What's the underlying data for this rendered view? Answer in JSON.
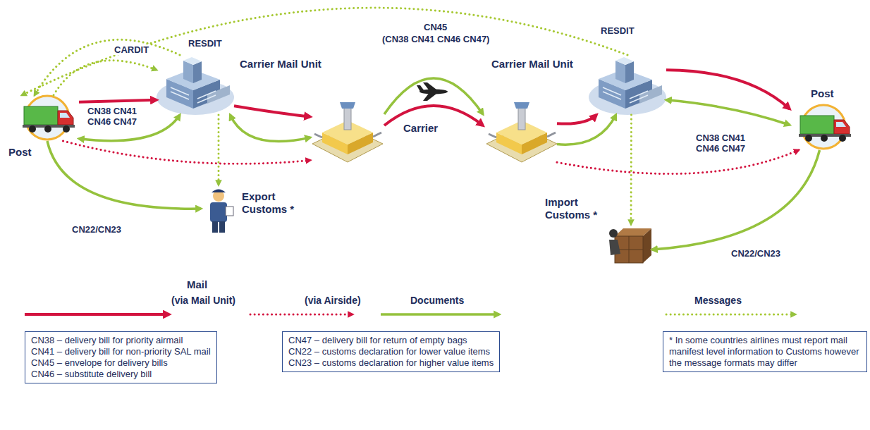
{
  "diagram": {
    "nodes": [
      {
        "text": [
          "Post"
        ]
      },
      {
        "text": [
          "Carrier Mail Unit"
        ]
      },
      {
        "text": [
          "Carrier"
        ]
      },
      {
        "text": [
          "Export Customs *"
        ]
      },
      {
        "text": [
          "Carrier Mail Unit"
        ]
      },
      {
        "text": [
          "Post"
        ]
      },
      {
        "text": [
          "Import Customs *"
        ]
      },
      {
        "text": [
          "CN38 – delivery bill for priority airmail",
          "CN41 – delivery bill for non-priority SAL mail",
          "CN45 – envelope for delivery bills",
          "CN46 – substitute delivery bill"
        ]
      },
      {
        "text": [
          "CN47 – delivery bill for return of empty bags",
          "CN22 – customs declaration for lower value items",
          "CN23 – customs declaration for higher value items"
        ]
      },
      {
        "text": [
          "* In some countries airlines must report mail manifest level information to Customs however the message formats may differ"
        ]
      }
    ],
    "edges": [
      {
        "from": 0,
        "to": 1,
        "arrow": "to"
      },
      {
        "from": 1,
        "to": 2,
        "arrow": "to"
      },
      {
        "from": 2,
        "to": 4,
        "arrow": "to"
      },
      {
        "from": 4,
        "to": 5,
        "arrow": "to"
      },
      {
        "from": 0,
        "to": 2,
        "arrow": "to"
      },
      {
        "from": 2,
        "to": 5,
        "arrow": "to"
      },
      {
        "from": 0,
        "to": 1,
        "label": "CN38 CN41 CN46 CN47",
        "arrow": "both"
      },
      {
        "from": 1,
        "to": 2,
        "arrow": "both"
      },
      {
        "from": 0,
        "to": 3,
        "label": "CN22/CN23",
        "arrow": "to"
      },
      {
        "from": 2,
        "to": 4,
        "arrow": "to"
      },
      {
        "from": 4,
        "to": 5,
        "label": "CN38 CN41 CN46 CN47",
        "arrow": "both"
      },
      {
        "from": 5,
        "to": 6,
        "label": "CN22/CN23",
        "arrow": "to"
      },
      {
        "from": 0,
        "to": 1,
        "label": "CARDIT",
        "arrow": "to"
      },
      {
        "from": 1,
        "to": 0,
        "label": "RESDIT",
        "arrow": "to"
      },
      {
        "from": 4,
        "to": 0,
        "label": "RESDIT",
        "arrow": "to"
      },
      {
        "from": 1,
        "to": 3,
        "arrow": "to"
      },
      {
        "from": 4,
        "to": 6,
        "arrow": "to"
      }
    ],
    "labels": [
      "CN45",
      "(CN38 CN41 CN46 CN47)",
      "Mail"
    ],
    "legend": [
      {
        "text": "(via Mail Unit)"
      },
      {
        "text": "(via Airside)"
      },
      {
        "text": "Documents"
      },
      {
        "text": "Messages"
      }
    ]
  }
}
